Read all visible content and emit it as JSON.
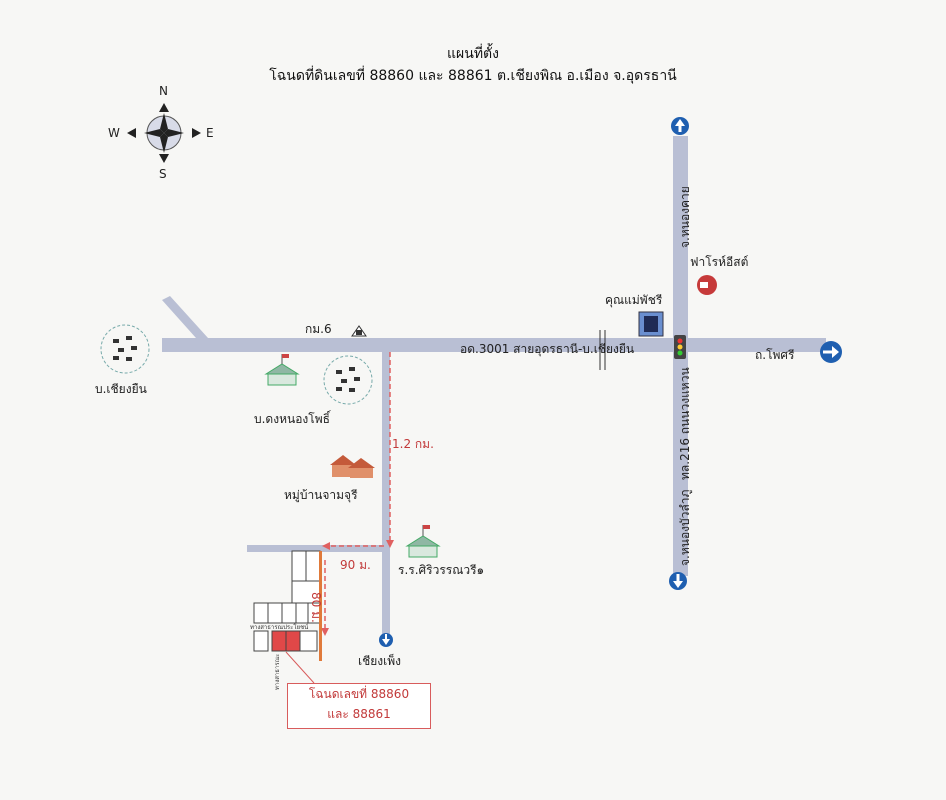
{
  "title": "แผนที่ตั้ง",
  "subtitle": "โฉนดที่ดินเลขที่ 88860 และ 88861 ต.เชียงพิณ อ.เมือง จ.อุดรธานี",
  "compass": {
    "n": "N",
    "s": "S",
    "e": "E",
    "w": "W"
  },
  "labels": {
    "km6": "กม.6",
    "road3001": "อด.3001 สายอุดรธานี-บ.เชียงยืน",
    "pho_si": "ถ.โพศรี",
    "ban_chiang_yuen": "บ.เชียงยืน",
    "ban_dong": "บ.ดงหนองโพธิ์",
    "moo_ban": "หมู่บ้านจามจุรี",
    "school": "ร.ร.ศิริวรรณวรี๑",
    "chiang_pheng": "เชียงเพ็ง",
    "dist_12km": "1.2 กม.",
    "dist_90m": "90 ม.",
    "dist_80m": "80 ม.",
    "khun_mae": "คุณแม่พัชรี",
    "far_rohi": "ฟาโรห์อีสต์",
    "nong_khai": "จ.หนองคาย",
    "road216": "ทล.216 ถนนวงแหวน",
    "nong_bua": "จ.หนองบัวลำภู",
    "small_road_label": "ทางสาธารณประโยชน์",
    "small_side_label": "ทางสาธารณะ"
  },
  "deed_box": {
    "line1": "โฉนดเลขที่ 88860",
    "line2": "และ 88861"
  },
  "colors": {
    "road": "#b9bfd4",
    "dashed": "#e06060",
    "plot_fill": "#e04848",
    "arrow_blue": "#1f5fb0"
  }
}
